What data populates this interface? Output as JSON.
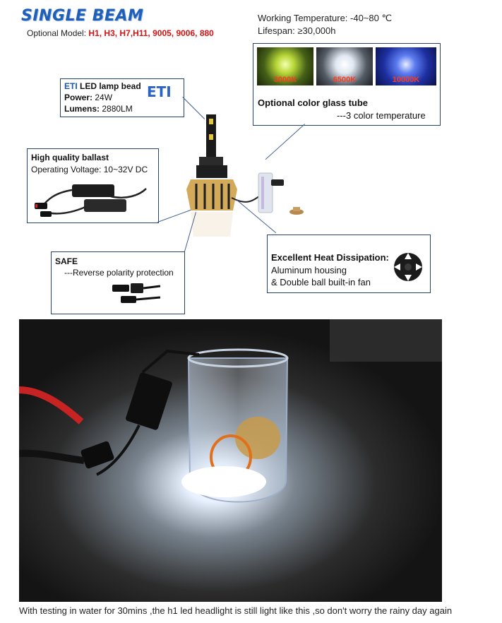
{
  "title": "SINGLE BEAM",
  "model": {
    "label": "Optional Model: ",
    "values": "H1, H3, H7,H11, 9005, 9006, 880"
  },
  "specs": {
    "working_temp": "Working Temperature: -40~80 ℃",
    "lifespan": "Lifespan: ≥30,000h"
  },
  "lamp_bead": {
    "eti": "ETI",
    "title_rest": " LED lamp bead",
    "power_label": "Power:",
    "power_value": " 24W",
    "lumens_label": "Lumens:",
    "lumens_value": " 2880LM",
    "logo": "ETI"
  },
  "color_tube": {
    "temps": [
      "3000K",
      "6500K",
      "10000K"
    ],
    "title": "Optional color glass tube",
    "subtitle": "---3 color temperature"
  },
  "ballast": {
    "title": "High quality ballast",
    "voltage": "Operating Voltage: 10~32V DC"
  },
  "safe": {
    "title": "SAFE",
    "desc": "---Reverse polarity protection"
  },
  "heat": {
    "title": "Excellent Heat Dissipation:",
    "line1": "Aluminum housing",
    "line2": "& Double ball built-in fan"
  },
  "caption": "With testing in water for 30mins ,the h1 led headlight is still light like this ,so don't worry the rainy day again",
  "colors": {
    "title_blue": "#1f5fb8",
    "model_red": "#d21414",
    "box_border": "#26426e",
    "temp_label": "#ff3a1c"
  }
}
